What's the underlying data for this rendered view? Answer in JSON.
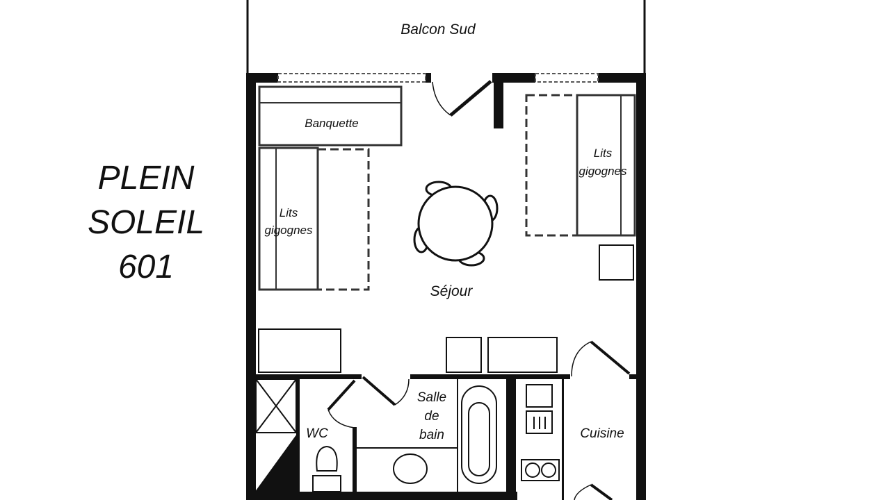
{
  "title": {
    "line1": "PLEIN",
    "line2": "SOLEIL",
    "line3": "601"
  },
  "rooms": {
    "balcon": "Balcon Sud",
    "banquette": "Banquette",
    "lits_left_1": "Lits",
    "lits_left_2": "gigognes",
    "lits_right_1": "Lits",
    "lits_right_2": "gigognes",
    "sejour": "Séjour",
    "salle_1": "Salle",
    "salle_2": "de",
    "salle_3": "bain",
    "wc": "WC",
    "cuisine": "Cuisine"
  }
}
